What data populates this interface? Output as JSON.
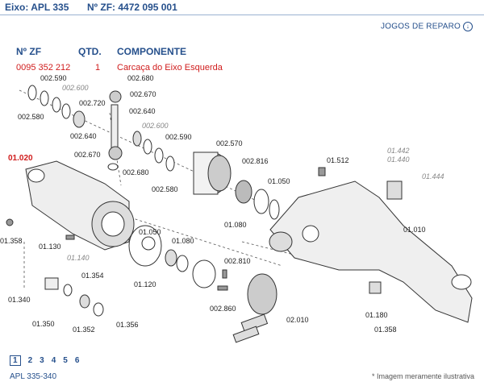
{
  "header": {
    "axle_label": "Eixo: APL 335",
    "zf_label": "Nº ZF: 4472 095 001"
  },
  "repair_link": {
    "label": "JOGOS DE REPARO",
    "icon": "circle-down-arrow-icon"
  },
  "table": {
    "col_zf": "Nº ZF",
    "col_qty": "QTD.",
    "col_comp": "COMPONENTE",
    "row": {
      "zf": "0095 352 212",
      "qty": "1",
      "comp": "Carcaça do Eixo Esquerda"
    }
  },
  "labels": {
    "l002590a": "002.590",
    "l002580a": "002.580",
    "l002600a": "002.600",
    "l002680a": "002.680",
    "l002670a": "002.670",
    "l002720": "002.720",
    "l002640a": "002.640",
    "l002640b": "002.640",
    "l002600b": "002.600",
    "l002590b": "002.590",
    "l002670b": "002.670",
    "l002680b": "002.680",
    "l002580b": "002.580",
    "l002570": "002.570",
    "l002816": "002.816",
    "l01050a": "01.050",
    "l01080a": "01.080",
    "l01512": "01.512",
    "l01442": "01.442",
    "l01440": "01.440",
    "l01444": "01.444",
    "l01020": "01.020",
    "l01358a": "01.358",
    "l01130": "01.130",
    "l01140": "01.140",
    "l01050b": "01.050",
    "l01080b": "01.080",
    "l01120": "01.120",
    "l002810": "002.810",
    "l01010": "01.010",
    "l01354": "01.354",
    "l01340": "01.340",
    "l01350": "01.350",
    "l01352": "01.352",
    "l01356": "01.356",
    "l002860": "002.860",
    "l02010": "02.010",
    "l01180": "01.180",
    "l01358b": "01.358"
  },
  "pagination": [
    "1",
    "2",
    "3",
    "4",
    "5",
    "6"
  ],
  "footer": "APL 335-340",
  "note": "* Imagem meramente ilustrativa",
  "colors": {
    "blue": "#26508c",
    "red": "#d01c1c"
  }
}
